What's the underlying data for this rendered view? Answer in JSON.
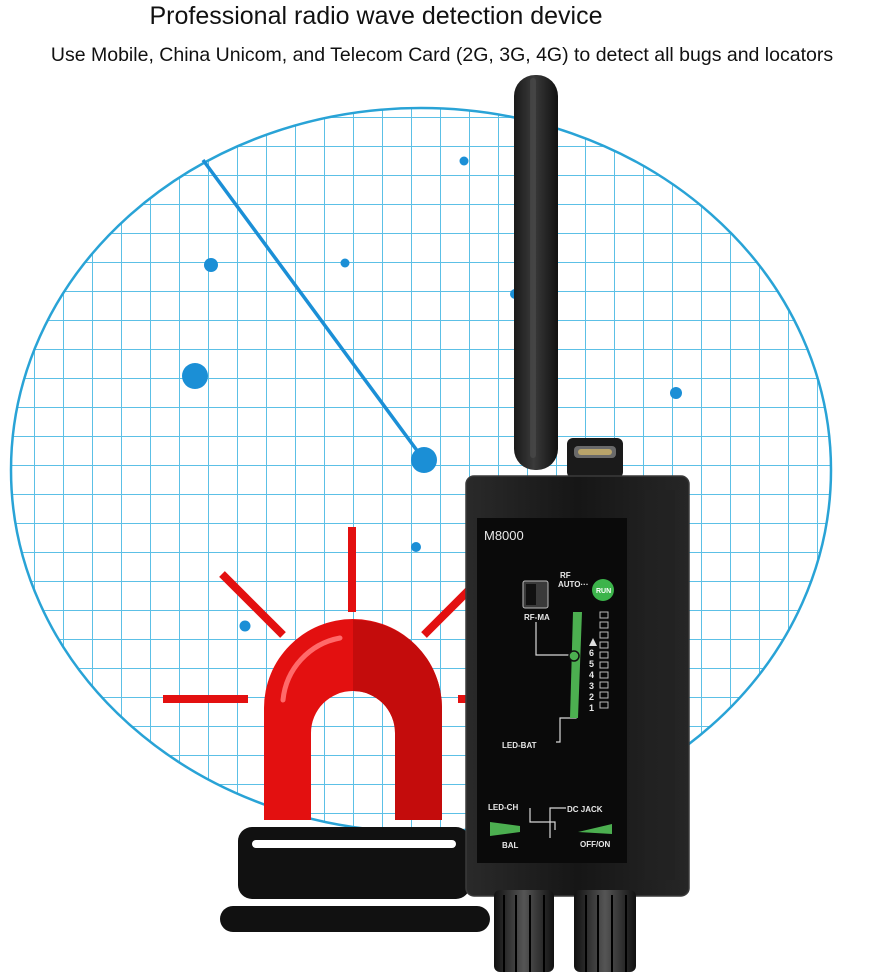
{
  "headline": {
    "title": "Professional radio wave detection device",
    "subtitle": "Use Mobile, China Unicom, and Telecom Card (2G, 3G, 4G) to detect all bugs and locators"
  },
  "device": {
    "model": "M8000",
    "labels": {
      "rf": "RF",
      "auto": "AUTO···",
      "rf_ma": "RF-MA",
      "run": "RUN",
      "led_bat": "LED-BAT",
      "led_ch": "LED-CH",
      "bal": "BAL",
      "dc_jack": "DC JACK",
      "off_on": "OFF/ON"
    },
    "scale": [
      "6",
      "5",
      "4",
      "3",
      "2",
      "1"
    ]
  },
  "colors": {
    "radar": "#29a3d6",
    "dot": "#1b8fd6",
    "alarm_red": "#e31010",
    "alarm_base": "#111111",
    "device_body": "#1d1d1d",
    "run_led": "#3cb44b",
    "indicator_green": "#4caf50"
  },
  "icons": [
    "alarm-light-icon",
    "antenna-icon",
    "radar-sweep-icon"
  ]
}
